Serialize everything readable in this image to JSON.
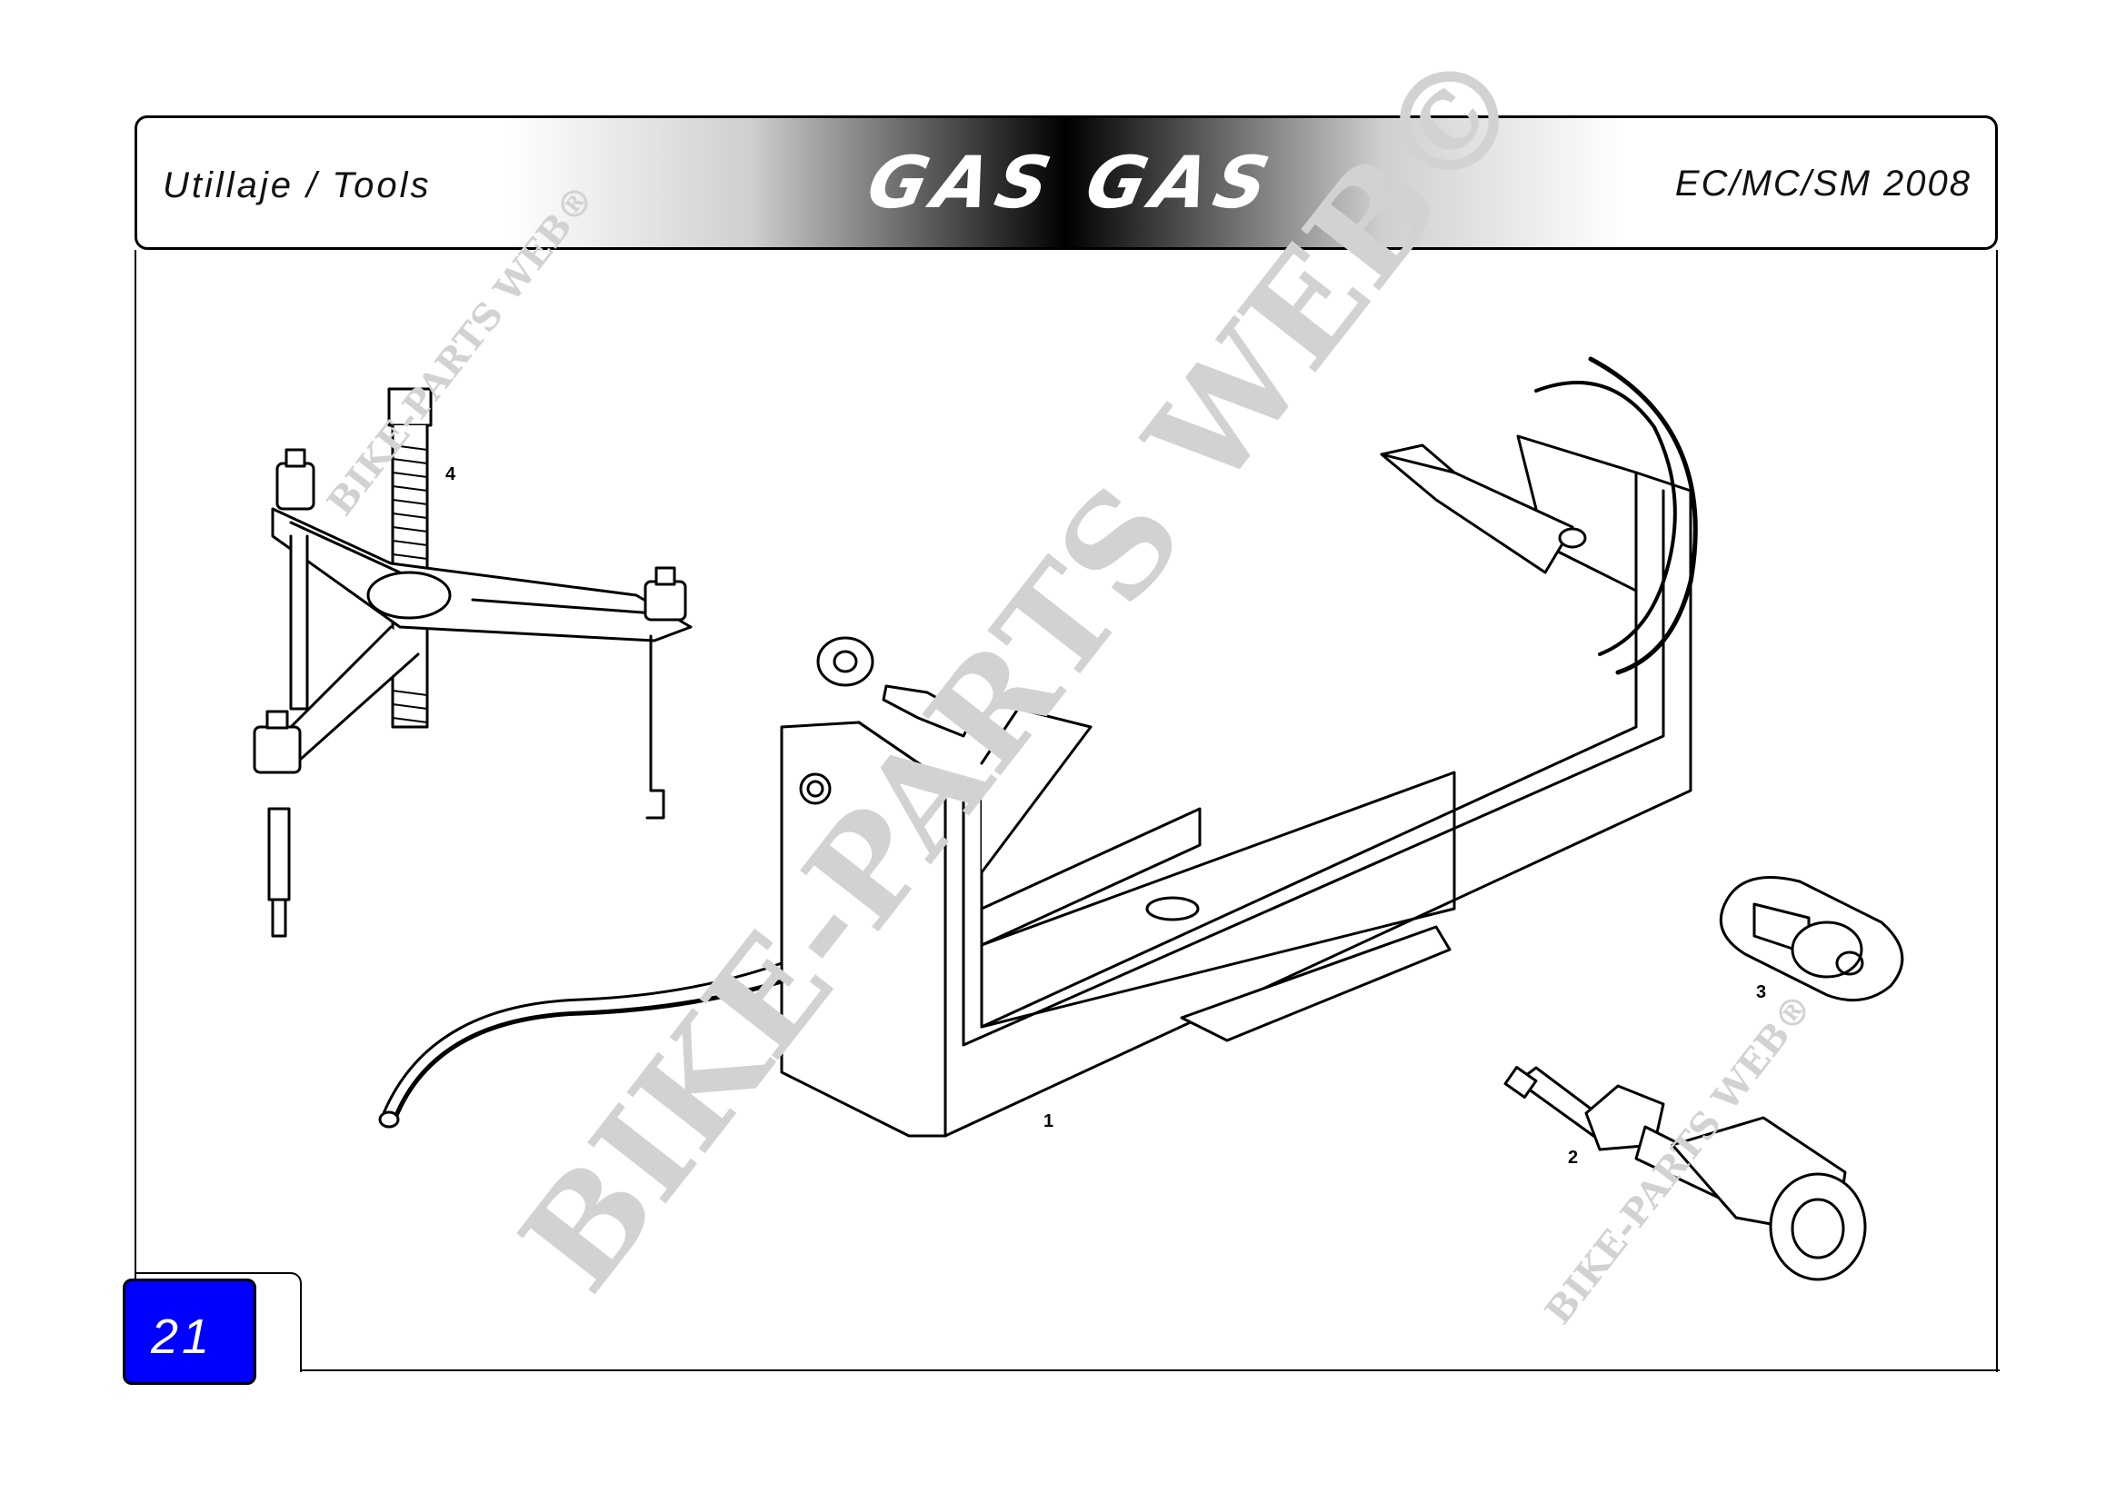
{
  "header": {
    "section_title": "Utillaje / Tools",
    "brand": "GAS GAS",
    "model": "EC/MC/SM 2008"
  },
  "page": {
    "number": "21"
  },
  "callouts": [
    {
      "id": "1",
      "label": "1"
    },
    {
      "id": "2",
      "label": "2"
    },
    {
      "id": "3",
      "label": "3"
    },
    {
      "id": "4",
      "label": "4"
    }
  ],
  "watermark": {
    "large": "BIKE-PARTS WEB©",
    "small": "BIKE-PARTS WEB®"
  },
  "colors": {
    "badge": "#0000ff",
    "watermark": "#d2d2d2",
    "ink": "#000000"
  }
}
